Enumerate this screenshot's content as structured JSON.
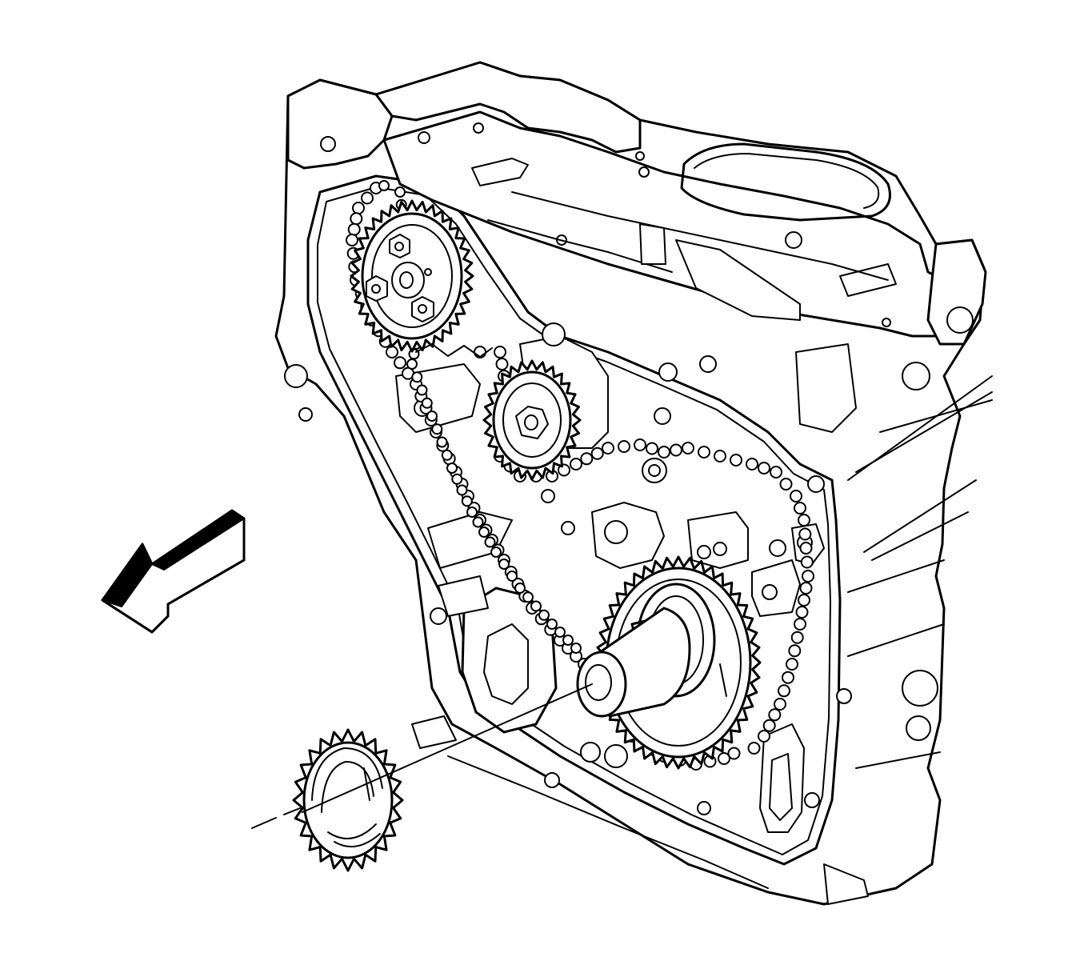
{
  "diagram": {
    "line_color": "#000000",
    "background": "#ffffff",
    "arrow_direction": "front-left",
    "components": [
      "engine-block-front-cover",
      "camshaft-sprocket",
      "timing-chain",
      "chain-guide",
      "idler-sprocket",
      "balance-shaft-sprocket",
      "crankshaft-snout",
      "crankshaft-sprocket",
      "install-arrow"
    ]
  }
}
